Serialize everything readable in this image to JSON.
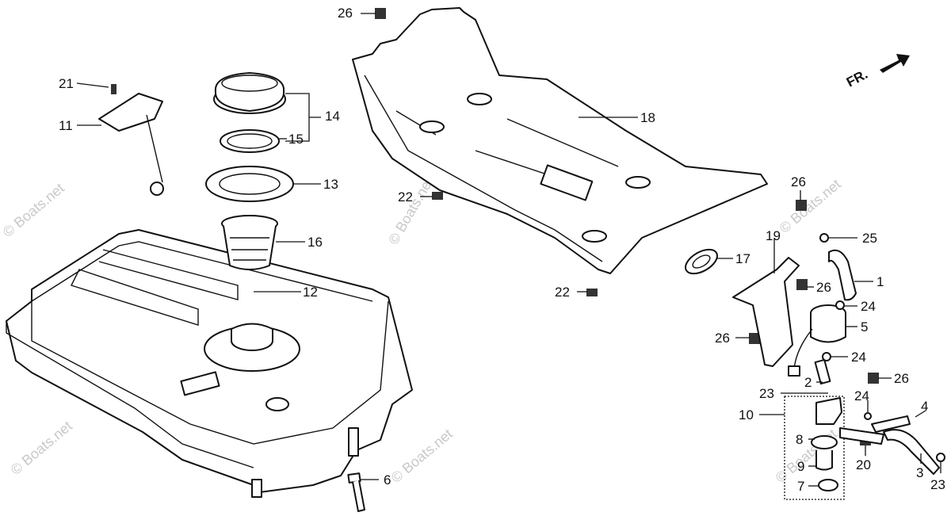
{
  "orientation_label": "FR.",
  "watermark": "© Boats.net",
  "callouts": {
    "c1": "1",
    "c2": "2",
    "c3": "3",
    "c4": "4",
    "c5": "5",
    "c6": "6",
    "c7": "7",
    "c8": "8",
    "c9": "9",
    "c10": "10",
    "c11": "11",
    "c12": "12",
    "c13": "13",
    "c14": "14",
    "c15": "15",
    "c16": "16",
    "c17": "17",
    "c18": "18",
    "c19": "19",
    "c20": "20",
    "c21": "21",
    "c22": "22",
    "c23": "23",
    "c24": "24",
    "c25": "25",
    "c26": "26"
  },
  "colors": {
    "line": "#111111",
    "watermark": "#c9c9c9",
    "background": "#ffffff"
  }
}
